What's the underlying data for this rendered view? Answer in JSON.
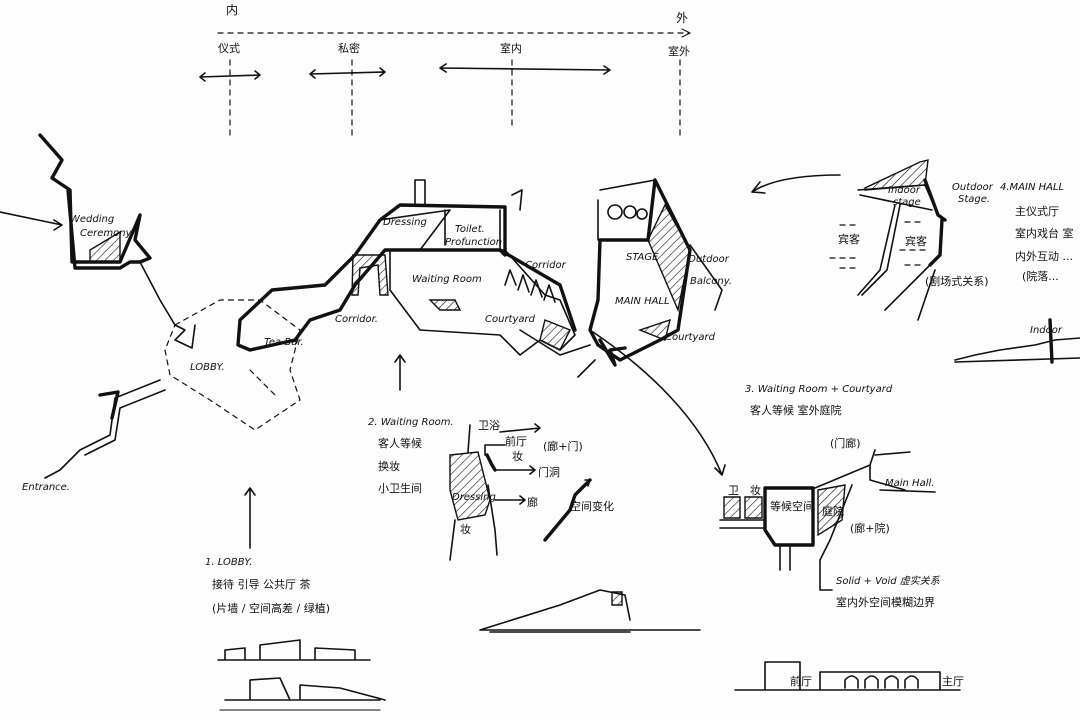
{
  "axis": {
    "inner": "内",
    "outer": "外",
    "zones": [
      "仪式",
      "私密",
      "室内",
      "室外"
    ]
  },
  "plan": {
    "wedding": "Wedding",
    "ceremony": "Ceremony",
    "lobby": "LOBBY.",
    "entrance": "Entrance.",
    "tea_bar": "Tea Bar.",
    "corridor_left": "Corridor.",
    "dressing": "Dressing",
    "toilet": "Toilet.",
    "profunction": "Profunction",
    "waiting_room": "Waiting Room",
    "corridor_right": "Corridor",
    "courtyard": "Courtyard",
    "stage": "STAGE",
    "main_hall": "MAIN HALL",
    "courtyard_right": "Courtyard",
    "outdoor": "Outdoor",
    "balcony": "Balcony."
  },
  "main_hall_notes": {
    "indoor_stage_1": "Indoor",
    "indoor_stage_2": "stage",
    "outdoor_stage_1": "Outdoor",
    "outdoor_stage_2": "Stage.",
    "guests_left": "宾客",
    "guests_right": "宾客",
    "theatre": "(剧场式关系)",
    "title": "4.MAIN HALL",
    "line1": "主仪式厅",
    "line2": "室内戏台 室",
    "line3": "内外互动 ...",
    "line4": "(院落...",
    "indoor_label": "Indoor"
  },
  "waiting_notes": {
    "title": "2. Waiting Room.",
    "line1": "客人等候",
    "line2": "换妆",
    "line3": "小卫生间",
    "toilet": "卫浴",
    "front": "前厅",
    "dressing_cn": "妆",
    "door_gallery": "(廊+门)",
    "doorway": "门洞",
    "gallery": "廊",
    "dressing": "Dressing",
    "dressing_cn2": "妆",
    "space_change": "空间变化"
  },
  "lobby_notes": {
    "title": "1. LOBBY.",
    "line1": "接待 引导 公共厅 茶",
    "line2": "(片墙 / 空间高差 / 绿植)"
  },
  "courtyard_notes": {
    "title": "3. Waiting Room + Courtyard",
    "line1": "客人等候 室外庭院",
    "porch": "(门廊)",
    "main_hall": "Main Hall.",
    "wc": "卫",
    "dress": "妆",
    "waiting": "等候空间",
    "yard": "庭院",
    "gallery_yard": "(廊+院)",
    "solid_void": "Solid + Void 虚实关系",
    "blur": "室内外空间模糊边界"
  },
  "section_labels": {
    "front_hall": "前厅",
    "main_hall": "主厅"
  }
}
